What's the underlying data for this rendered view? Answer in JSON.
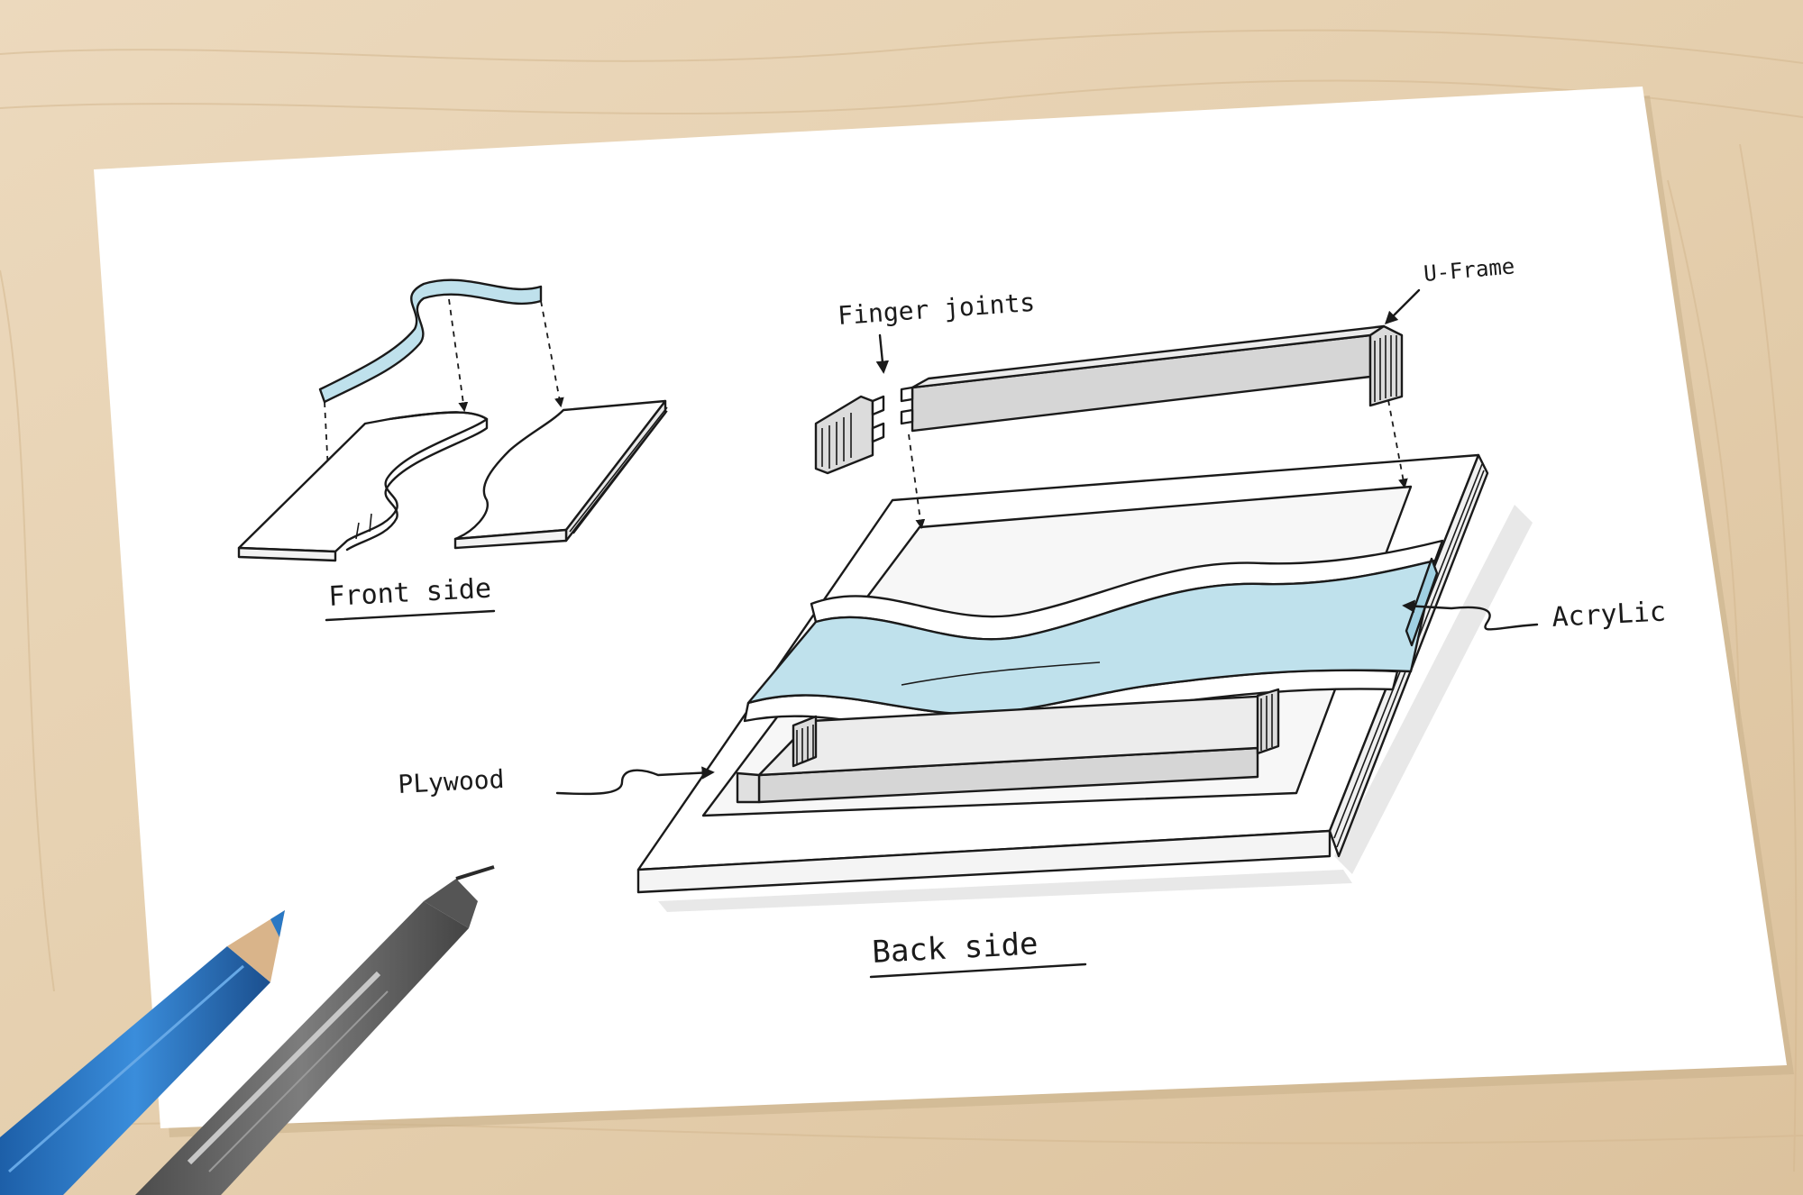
{
  "labels": {
    "front_side": "Front side",
    "back_side": "Back side",
    "finger_joints": "Finger joints",
    "u_frame": "U-Frame",
    "acrylic": "AcryLic",
    "plywood": "PLywood"
  },
  "colors": {
    "table_wood": "#e7d2b3",
    "paper": "#ffffff",
    "ink": "#1a1a1a",
    "acrylic_blue": "#bfe1ec",
    "frame_gray": "#d6d6d6",
    "pencil_blue": "#2a78c4",
    "pen_gray": "#6b6b6b"
  },
  "icons": {
    "pencil": "blue-colored-pencil-icon",
    "pen": "gray-fineliner-pen-icon"
  }
}
